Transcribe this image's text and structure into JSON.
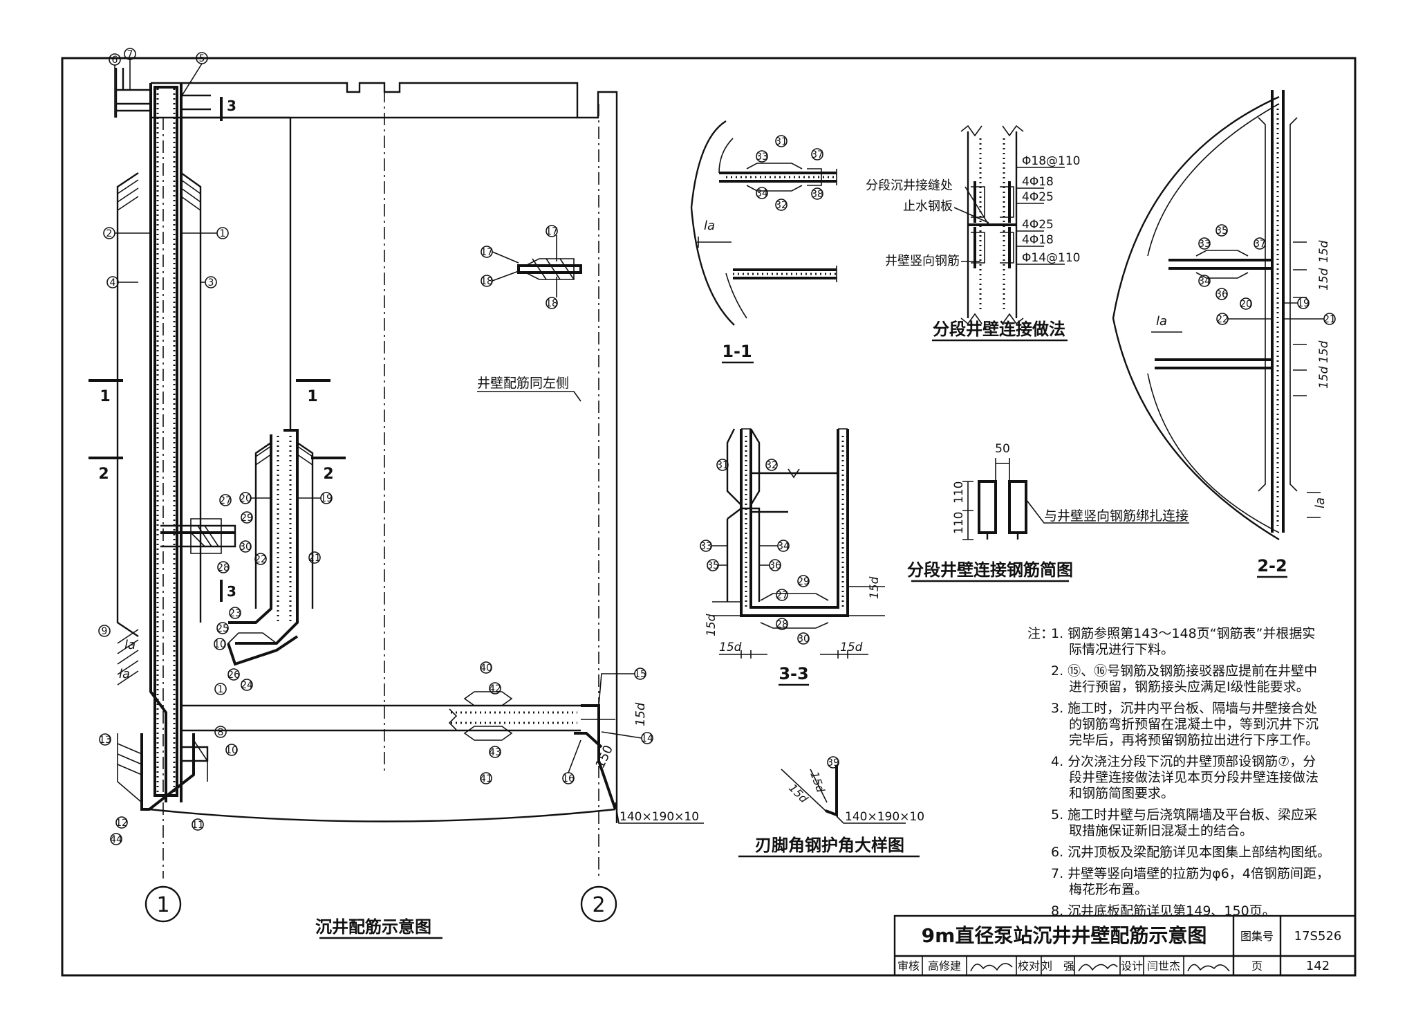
{
  "sheet": {
    "title": "9m直径泵站沉井井壁配筋示意图",
    "atlas_label": "图集号",
    "atlas_no": "17S526",
    "page_label": "页",
    "page_no": "142",
    "signoff": {
      "review_label": "审核",
      "reviewer": "高修建",
      "check_label": "校对",
      "checker": "刘　强",
      "design_label": "设计",
      "designer": "闫世杰"
    }
  },
  "main_view": {
    "title": "沉井配筋示意图",
    "axis_1": "1",
    "axis_2": "2",
    "right_wall_note": "井壁配筋同左侧",
    "angle_left": "140×190×10",
    "dim_150": "150",
    "dim_15d": "15d",
    "la": "la",
    "section_marks": {
      "s1": "1",
      "s2": "2",
      "s3": "3"
    },
    "bars": [
      "1",
      "2",
      "3",
      "4",
      "5",
      "6",
      "7",
      "8",
      "9",
      "10",
      "11",
      "12",
      "13",
      "14",
      "15",
      "16",
      "17",
      "18",
      "19",
      "20",
      "21",
      "22",
      "23",
      "24",
      "26",
      "27",
      "28",
      "29",
      "30",
      "40",
      "41",
      "42",
      "43",
      "44"
    ]
  },
  "section_1_1": {
    "title": "1-1",
    "la": "la",
    "bars": [
      "31",
      "32",
      "33",
      "34",
      "37",
      "38"
    ]
  },
  "joint_detail": {
    "title": "分段井壁连接做法",
    "labels": [
      "分段沉井接缝处",
      "止水钢板",
      "井壁竖向钢筋"
    ],
    "rebar": [
      "Φ18@110",
      "4Φ18",
      "4Φ25",
      "4Φ25",
      "4Φ18",
      "Φ14@110"
    ]
  },
  "section_3_3": {
    "title": "3-3",
    "dim_15d": "15d",
    "bars": [
      "27",
      "28",
      "29",
      "30",
      "31",
      "32",
      "33",
      "34",
      "35",
      "36"
    ]
  },
  "joint_rebar": {
    "title": "分段井壁连接钢筋简图",
    "dim_50": "50",
    "dim_110a": "110",
    "dim_110b": "110",
    "note": "与井壁竖向钢筋绑扎连接"
  },
  "section_2_2": {
    "title": "2-2",
    "dim_15d": "15d",
    "la": "la",
    "bars": [
      "19",
      "20",
      "21",
      "22",
      "33",
      "34",
      "35",
      "36",
      "37"
    ]
  },
  "angle_detail": {
    "title": "刃脚角钢护角大样图",
    "spec": "140×190×10",
    "dim_15d": "15d",
    "bar": "39"
  },
  "notes": {
    "heading": "注：",
    "items": [
      "1. 钢筋参照第143～148页“钢筋表”并根据实际情况进行下料。",
      "2. ⑮、⑯号钢筋及钢筋接驳器应提前在井壁中进行预留，钢筋接头应满足I级性能要求。",
      "3. 施工时，沉井内平台板、隔墙与井壁接合处的钢筋弯折预留在混凝土中，等到沉井下沉完毕后，再将预留钢筋拉出进行下序工作。",
      "4. 分次浇注分段下沉的井壁顶部设钢筋⑦，分段井壁连接做法详见本页分段井壁连接做法和钢筋简图要求。",
      "5. 施工时井壁与后浇筑隔墙及平台板、梁应采取措施保证新旧混凝土的结合。",
      "6. 沉井顶板及梁配筋详见本图集上部结构图纸。",
      "7. 井壁等竖向墙壁的拉筋为φ6，4倍钢筋间距，梅花形布置。",
      "8. 沉井底板配筋详见第149、150页。"
    ]
  }
}
